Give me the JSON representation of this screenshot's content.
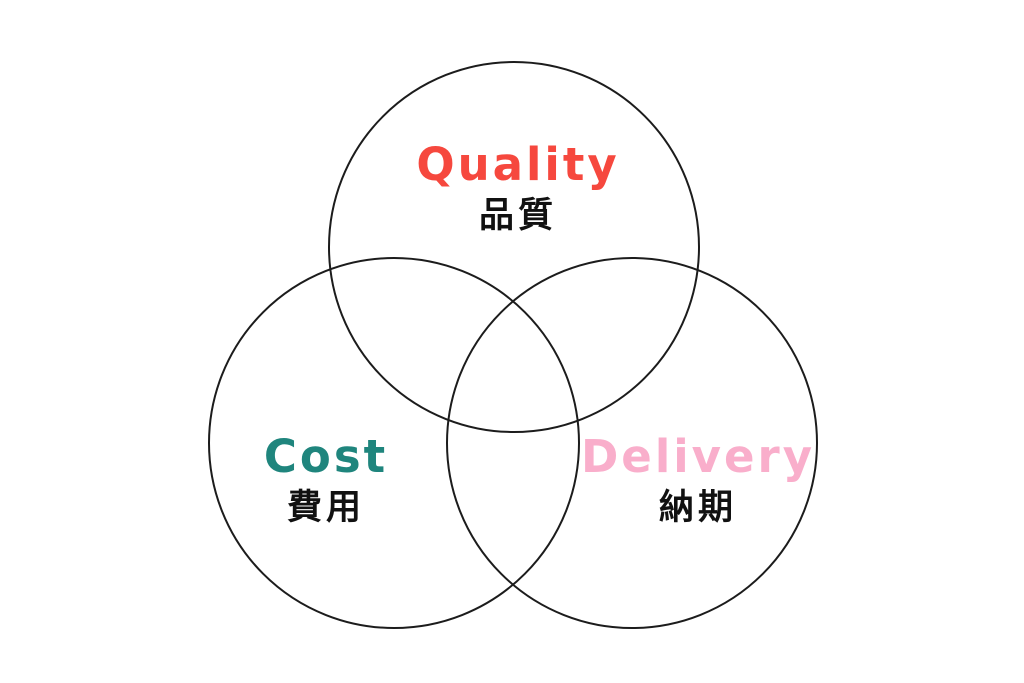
{
  "diagram": {
    "type": "venn",
    "background_color": "#ffffff",
    "outline_color": "#1c1c1c",
    "ja_text_color": "#111111",
    "circles": [
      {
        "id": "quality",
        "label_en": "Quality",
        "label_ja": "品質",
        "label_color": "#f6483e",
        "position": "top"
      },
      {
        "id": "cost",
        "label_en": "Cost",
        "label_ja": "費用",
        "label_color": "#1f857d",
        "position": "bottom-left"
      },
      {
        "id": "delivery",
        "label_en": "Delivery",
        "label_ja": "納期",
        "label_color": "#f9aecb",
        "position": "bottom-right"
      }
    ]
  }
}
